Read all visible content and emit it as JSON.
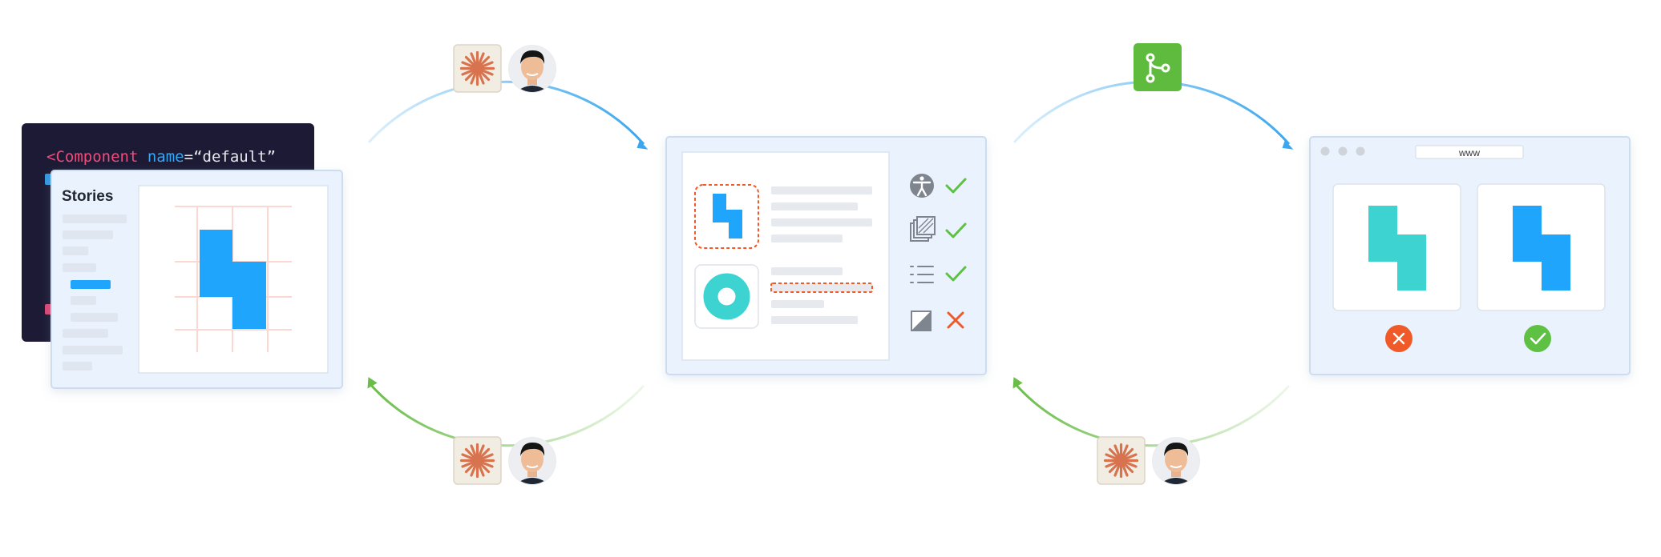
{
  "code_editor": {
    "open_bracket": "<",
    "tag": "Component",
    "attr_name": "name",
    "equals": "=",
    "attr_value": "“default”"
  },
  "stories_panel": {
    "title": "Stories"
  },
  "browser": {
    "url": "www"
  },
  "accessibility_checks": [
    "pass",
    "pass",
    "pass",
    "fail"
  ],
  "comparison_results": [
    "fail",
    "pass"
  ],
  "colors": {
    "code_bg": "#1c1a34",
    "code_pink": "#ef4c7c",
    "code_blue": "#37a6f3",
    "code_text": "#e8e8ee",
    "panel_bg": "#eaf3fd",
    "panel_border": "#cdddef",
    "brand_blue": "#1fa5fc",
    "teal": "#3dd3d1",
    "check_green": "#5ec144",
    "fail_red": "#f05a28",
    "git_green": "#5fbb3d",
    "ai_tile_bg": "#f2ede3",
    "ai_star": "#d7734f",
    "arrow_blue": "#3aa7ef",
    "arrow_green": "#6bbd4a"
  },
  "icons": {
    "ai": "ai-sparkle-icon",
    "git": "git-branch-icon",
    "accessibility": "accessibility-icon",
    "images": "images-icon",
    "list": "list-icon",
    "contrast": "contrast-icon"
  }
}
